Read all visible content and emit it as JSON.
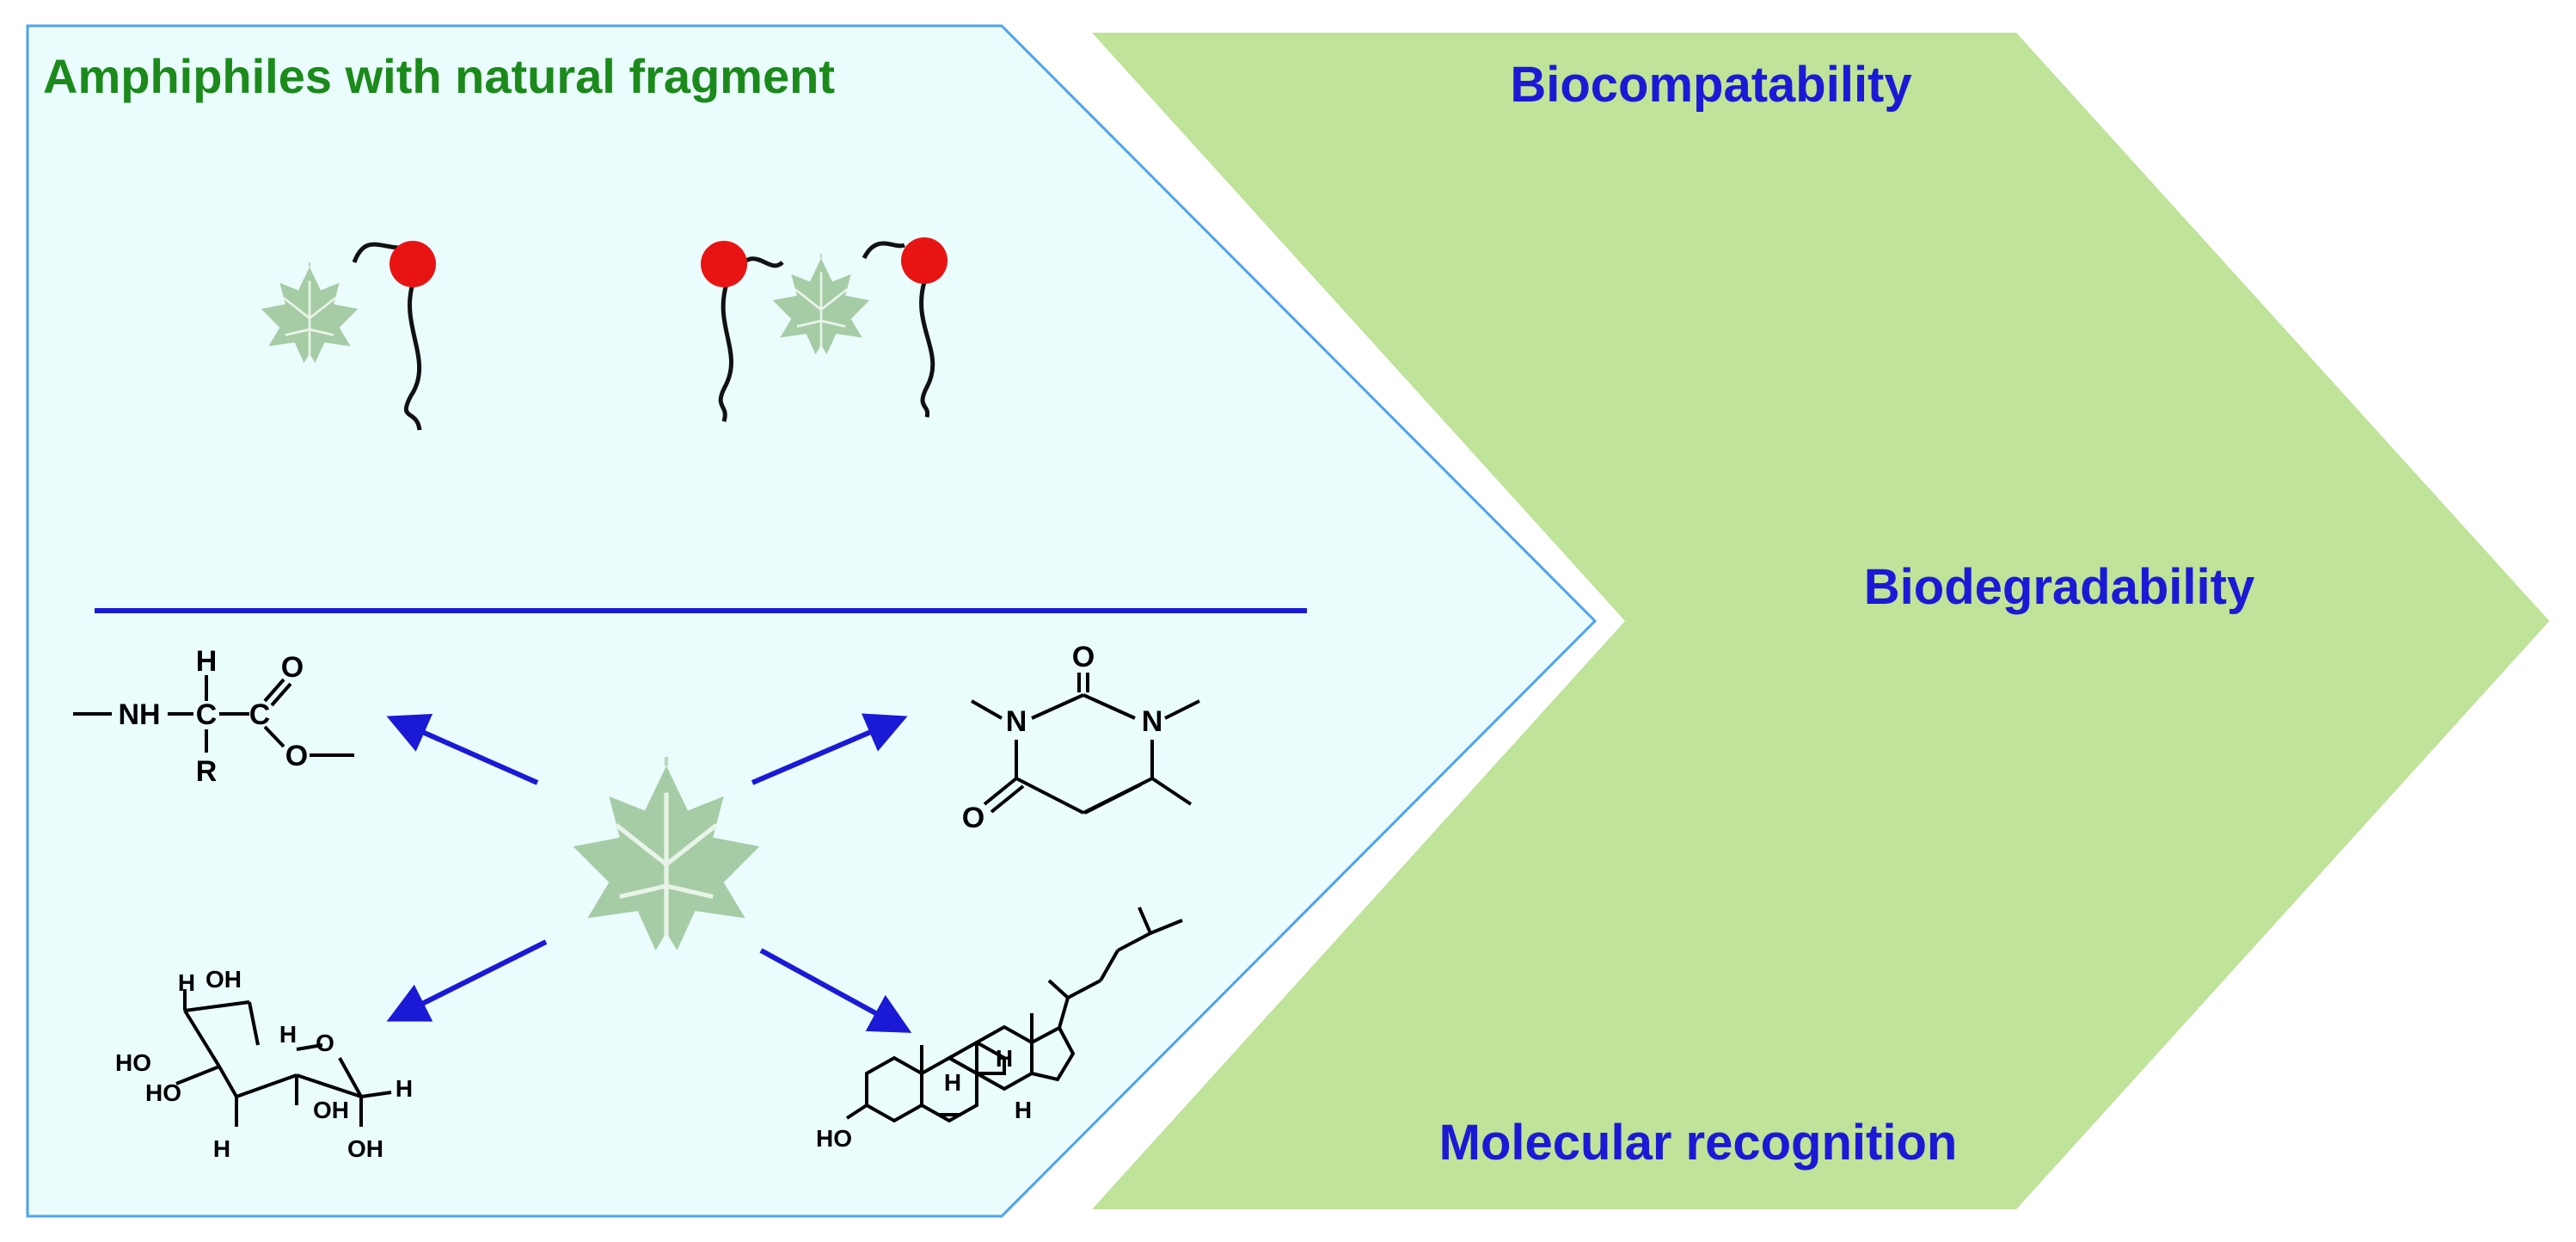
{
  "left_panel": {
    "title": "Amphiphiles with natural fragment",
    "colors": {
      "fill": "#eafcfc",
      "border": "#4da3f0",
      "title": "#1b8a1b",
      "divider": "#1a1ad6",
      "arrow": "#1a1ad6",
      "head": "#e81414",
      "leaf": "#a6cca6"
    },
    "leaf_icon": "maple-leaf-icon",
    "fragments": {
      "amino_acid": {
        "atoms": [
          "H",
          "NH",
          "C",
          "C",
          "O",
          "O",
          "R"
        ]
      },
      "pyrimidine": {
        "atoms": [
          "O",
          "N",
          "N",
          "O"
        ]
      },
      "sugar": {
        "atoms": [
          "H",
          "OH",
          "HO",
          "HO",
          "H",
          "O",
          "H",
          "OH",
          "OH",
          "H"
        ]
      },
      "steroid": {
        "atoms": [
          "HO",
          "H",
          "H",
          "H"
        ]
      }
    }
  },
  "right_arrow": {
    "color": "#bfe398",
    "text_color": "#1a1ad6",
    "properties": [
      "Biocompatability",
      "Biodegradability",
      "Molecular recognition"
    ]
  }
}
